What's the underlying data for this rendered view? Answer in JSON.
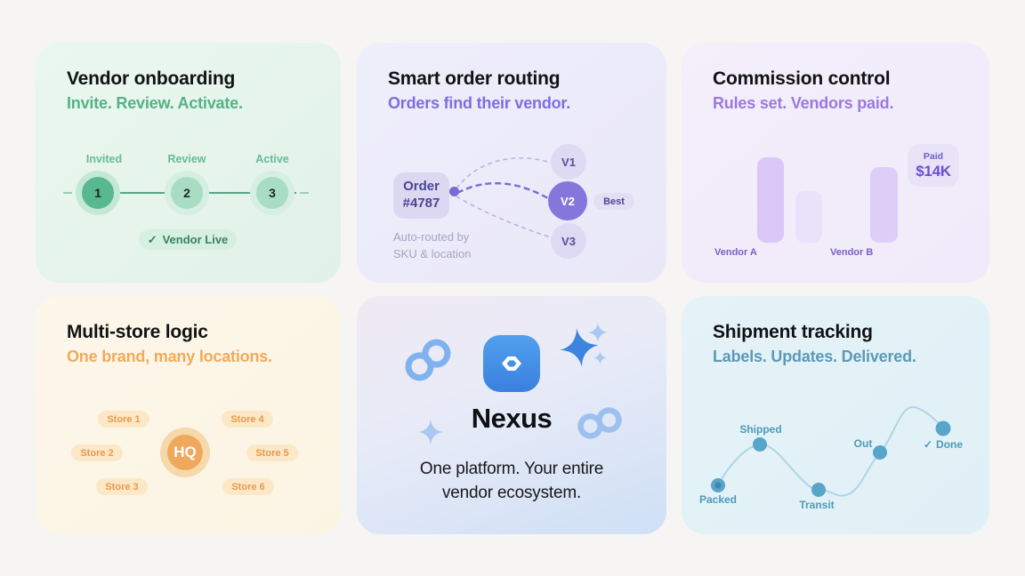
{
  "page": {
    "background": "#f6f5f3",
    "accent_colors": {
      "onboarding_green": "#53b287",
      "routing_purple": "#7d6ee2",
      "commission_purple": "#9b79e0",
      "multistore_orange": "#f3aa58",
      "nexus_blue": "#3a80df",
      "shipment_teal": "#5c99b8"
    }
  },
  "cards": {
    "onboarding": {
      "title": "Vendor onboarding",
      "subtitle": "Invite. Review. Activate.",
      "steps": [
        {
          "label": "Invited",
          "number": "1",
          "state": "active"
        },
        {
          "label": "Review",
          "number": "2",
          "state": "pending"
        },
        {
          "label": "Active",
          "number": "3",
          "state": "pending"
        }
      ],
      "badge": {
        "icon": "✓",
        "label": "Vendor Live"
      }
    },
    "routing": {
      "title": "Smart order routing",
      "subtitle": "Orders find their vendor.",
      "order_card": {
        "line1": "Order",
        "line2": "#4787"
      },
      "vendors": [
        {
          "label": "V1",
          "state": "candidate"
        },
        {
          "label": "V2",
          "state": "selected"
        },
        {
          "label": "V3",
          "state": "candidate"
        }
      ],
      "best_badge": "Best",
      "caption": {
        "line1": "Auto-routed by",
        "line2": "SKU & location"
      }
    },
    "commission": {
      "title": "Commission control",
      "subtitle": "Rules set. Vendors paid.",
      "paid_badge": {
        "label": "Paid",
        "value": "$14K"
      },
      "chart": {
        "type": "bar",
        "bars": [
          {
            "label": "Vendor A",
            "rel_height": 96
          },
          {
            "label": "",
            "rel_height": 58
          },
          {
            "label": "Vendor B",
            "rel_height": 85
          }
        ]
      }
    },
    "multistore": {
      "title": "Multi-store logic",
      "subtitle": "One brand, many locations.",
      "hub_label": "HQ",
      "stores": [
        {
          "label": "Store 1"
        },
        {
          "label": "Store 2"
        },
        {
          "label": "Store 3"
        },
        {
          "label": "Store 4"
        },
        {
          "label": "Store 5"
        },
        {
          "label": "Store 6"
        }
      ]
    },
    "nexus": {
      "brand": "Nexus",
      "tagline_line1": "One platform. Your entire",
      "tagline_line2": "vendor ecosystem."
    },
    "shipment": {
      "title": "Shipment tracking",
      "subtitle": "Labels. Updates. Delivered.",
      "stages": [
        {
          "label": "Packed"
        },
        {
          "label": "Shipped"
        },
        {
          "label": "Transit"
        },
        {
          "label": "Out"
        },
        {
          "icon": "✓",
          "label": "Done"
        }
      ]
    }
  }
}
